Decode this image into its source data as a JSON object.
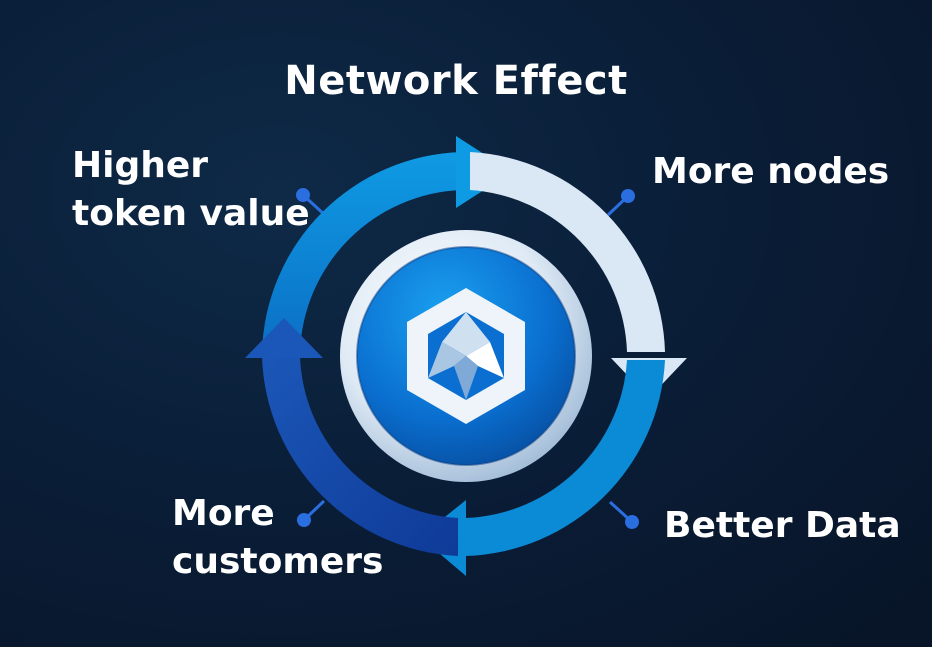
{
  "title": "Network Effect",
  "labels": {
    "top_left": [
      "Higher",
      "token value"
    ],
    "top_right": "More nodes",
    "bottom_right": "Better Data",
    "bottom_left": [
      "More",
      "customers"
    ]
  },
  "colors": {
    "background": "#0a1e38",
    "arrow_light": "#d9e8f4",
    "arrow_mid": "#0b8ad6",
    "arrow_dark": "#1447a8",
    "dot": "#2a6ee0",
    "logo_blue": "#0a6fd0"
  },
  "icons": {
    "center": "hexagon-logo-icon"
  }
}
